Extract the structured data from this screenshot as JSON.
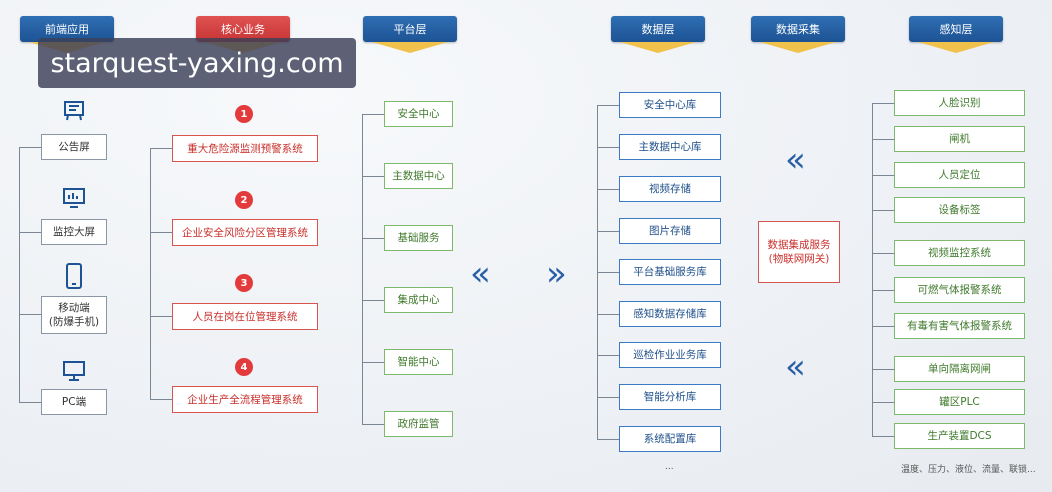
{
  "headers": {
    "frontend": "前端应用",
    "core": "核心业务",
    "platform": "平台层",
    "data": "数据层",
    "collect": "数据采集",
    "perceive": "感知层"
  },
  "watermark": "starquest-yaxing.com",
  "frontend_items": [
    "公告屏",
    "监控大屏",
    "移动端\n(防爆手机)",
    "PC端"
  ],
  "core_items": [
    {
      "num": "1",
      "label": "重大危险源监测预警系统"
    },
    {
      "num": "2",
      "label": "企业安全风险分区管理系统"
    },
    {
      "num": "3",
      "label": "人员在岗在位管理系统"
    },
    {
      "num": "4",
      "label": "企业生产全流程管理系统"
    }
  ],
  "platform_items": [
    "安全中心",
    "主数据中心",
    "基础服务",
    "集成中心",
    "智能中心",
    "政府监管"
  ],
  "data_items": [
    "安全中心库",
    "主数据中心库",
    "视频存储",
    "图片存储",
    "平台基础服务库",
    "感知数据存储库",
    "巡检作业业务库",
    "智能分析库",
    "系统配置库"
  ],
  "data_more": "...",
  "collect_item": "数据集成服务\n(物联网网关)",
  "perceive_items": [
    "人脸识别",
    "闸机",
    "人员定位",
    "设备标签",
    "视频监控系统",
    "可燃气体报警系统",
    "有毒有害气体报警系统",
    "单向隔离网闸",
    "罐区PLC",
    "生产装置DCS"
  ],
  "perceive_note": "温度、压力、液位、流量、联锁...",
  "arrows": {
    "left": "«",
    "right": "»"
  },
  "colors": {
    "header_blue": "#1d5394",
    "header_red": "#c73434",
    "accent_yellow": "#f0c14b"
  }
}
